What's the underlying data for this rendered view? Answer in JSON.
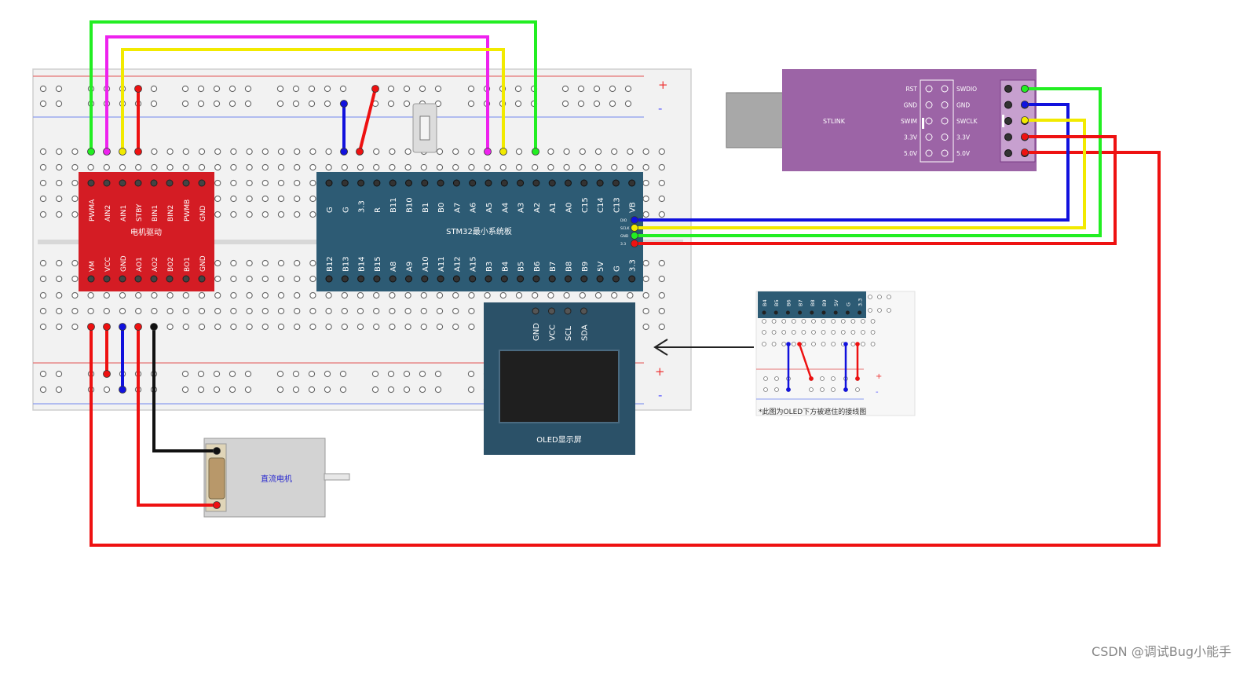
{
  "breadboard": {
    "plus": "+",
    "minus": "-"
  },
  "motor_driver": {
    "title": "电机驱动",
    "top_pins": [
      "PWMA",
      "AIN2",
      "AIN1",
      "STBY",
      "BIN1",
      "BIN2",
      "PWMB",
      "GND"
    ],
    "bottom_pins": [
      "VM",
      "VCC",
      "GND",
      "AO1",
      "AO2",
      "BO2",
      "BO1",
      "GND"
    ]
  },
  "stm32": {
    "title": "STM32最小系统板",
    "top_pins": [
      "G",
      "G",
      "3.3",
      "R",
      "B11",
      "B10",
      "B1",
      "B0",
      "A7",
      "A6",
      "A5",
      "A4",
      "A3",
      "A2",
      "A1",
      "A0",
      "C15",
      "C14",
      "C13",
      "VB"
    ],
    "bottom_pins": [
      "B12",
      "B13",
      "B14",
      "B15",
      "A8",
      "A9",
      "A10",
      "A11",
      "A12",
      "A15",
      "B3",
      "B4",
      "B5",
      "B6",
      "B7",
      "B8",
      "B9",
      "5V",
      "G",
      "3.3"
    ],
    "swd_pins": [
      "DIO",
      "SCLK",
      "GND",
      "3.3"
    ]
  },
  "stlink": {
    "title": "STLINK",
    "left_labels": [
      "RST",
      "GND",
      "SWIM",
      "3.3V",
      "5.0V"
    ],
    "right_labels": [
      "SWDIO",
      "GND",
      "SWCLK",
      "3.3V",
      "5.0V"
    ]
  },
  "oled": {
    "title": "OLED显示屏",
    "pins": [
      "GND",
      "VCC",
      "SCL",
      "SDA"
    ]
  },
  "motor": {
    "title": "直流电机"
  },
  "inset": {
    "pins": [
      "B4",
      "B5",
      "B6",
      "B7",
      "B8",
      "B9",
      "5V",
      "G",
      "3.3"
    ],
    "caption": "*此图为OLED下方被遮住的接线图"
  },
  "watermark": "CSDN @调试Bug小能手",
  "colors": {
    "wire_red": "#ee1111",
    "wire_blue": "#1111dd",
    "wire_green": "#22ee22",
    "wire_yellow": "#f2ea00",
    "wire_magenta": "#ee22ee",
    "wire_black": "#111111",
    "driver_board": "#d41c24",
    "stm32_board": "#2d5b74",
    "stlink_board": "#9c64a6",
    "oled_board": "#2b5168"
  }
}
